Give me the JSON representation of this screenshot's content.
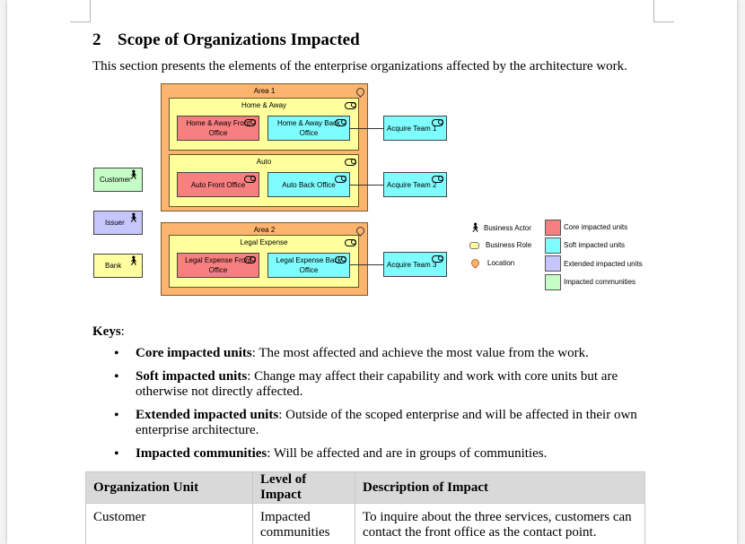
{
  "section": {
    "number": "2",
    "title": "Scope of Organizations Impacted"
  },
  "intro": "This section presents the elements of the enterprise organizations affected by the architecture work.",
  "diagram": {
    "areas": [
      {
        "name": "Area 1"
      },
      {
        "name": "Area 2"
      }
    ],
    "lanes": [
      {
        "name": "Home & Away"
      },
      {
        "name": "Auto"
      },
      {
        "name": "Legal Expense"
      }
    ],
    "units": {
      "ha_front": "Home & Away Front Office",
      "ha_back": "Home & Away Back Office",
      "auto_front": "Auto Front Office",
      "auto_back": "Auto Back Office",
      "le_front": "Legal Expense Front Office",
      "le_back": "Legal Expense Back Office"
    },
    "teams": [
      "Acquire Team 1",
      "Acquire Team 2",
      "Acquire Team 3"
    ],
    "actors": [
      "Customer",
      "Issuer",
      "Bank"
    ],
    "legend_icons": [
      "Business Actor",
      "Business Role",
      "Location"
    ],
    "legend_colors": [
      {
        "label": "Core impacted units",
        "color": "#f87f80"
      },
      {
        "label": "Soft impacted units",
        "color": "#7ffcfe"
      },
      {
        "label": "Extended impacted units",
        "color": "#c6c6fd"
      },
      {
        "label": "Impacted communities",
        "color": "#c6fdc6"
      }
    ]
  },
  "keys": {
    "title": "Keys",
    "items": [
      {
        "term": "Core impacted units",
        "text": ": The most affected and achieve the most value from the work."
      },
      {
        "term": "Soft impacted units",
        "text": ": Change may affect their capability and work with core units but are otherwise not directly affected."
      },
      {
        "term": "Extended impacted units",
        "text": ": Outside of the scoped enterprise and will be affected in their own enterprise architecture."
      },
      {
        "term": "Impacted communities",
        "text": ": Will be affected and are in groups of communities."
      }
    ]
  },
  "table": {
    "headers": [
      "Organization Unit",
      "Level of Impact",
      "Description of Impact"
    ],
    "rows": [
      [
        "Customer",
        "Impacted communities",
        "To inquire about the three services, customers can contact the front office as the contact point."
      ]
    ]
  }
}
